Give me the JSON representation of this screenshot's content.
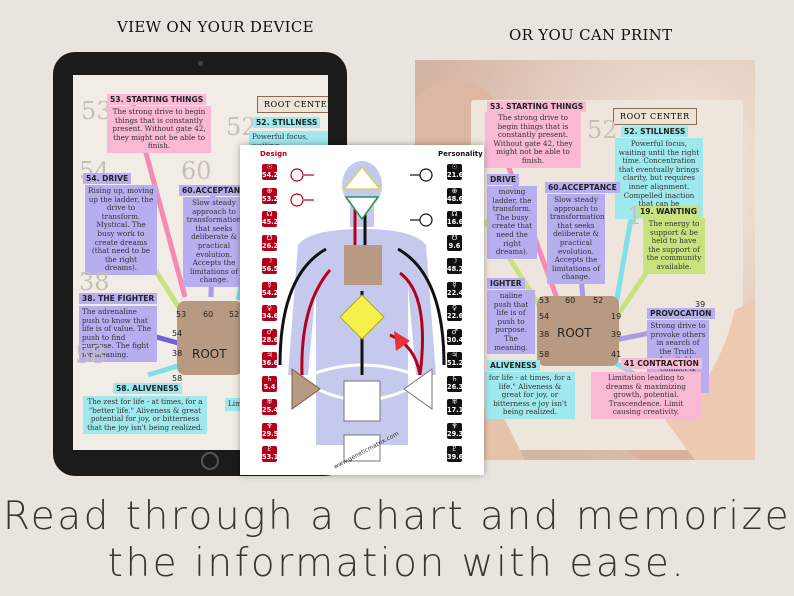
{
  "headers": {
    "view": "VIEW ON YOUR DEVICE",
    "print": "OR YOU CAN PRINT"
  },
  "caption": {
    "line1": "Read through a chart and memorize",
    "line2": "the information with ease."
  },
  "tablet": {
    "root_center_label": "ROOT CENTER",
    "root_label": "ROOT",
    "cards": {
      "g53": {
        "num": "53",
        "title": "53. STARTING THINGS",
        "body": "The strong drive to begin things that is constantly present. Without gate 42, they might not be able to finish."
      },
      "g52": {
        "num": "52",
        "title": "52. STILLNESS",
        "body": "Powerful focus, waiting"
      },
      "g54": {
        "num": "54",
        "title": "54. DRIVE",
        "body": "Rising up, moving up the ladder, the drive to transform. Mystical. The busy work to create dreams (that need to be the right dreams)."
      },
      "g60": {
        "num": "60",
        "title": "60.ACCEPTANCE",
        "body": "Slow steady approach to transformation that seeks deliberate & practical evolution. Accepts the limitations of change."
      },
      "g38": {
        "num": "38",
        "title": "38. THE FIGHTER",
        "body": "The adrenaline push to know that life is of value. The push to find purpose. The fight for meaning."
      },
      "g58": {
        "num": "58",
        "title": "58. ALIVENESS",
        "body": "The zest for life - at times, for a \"better life.\" Aliveness & great potential for joy, or bitterness that the joy isn't being realized."
      }
    },
    "gates_on_root": [
      "53",
      "60",
      "52",
      "54",
      "38",
      "58"
    ],
    "limit_fragment": "Limi"
  },
  "print_sheet": {
    "root_center_label": "ROOT CENTER",
    "root_label": "ROOT",
    "cards": {
      "g53": {
        "title": "53. STARTING THINGS",
        "body": "The strong drive to begin things that is constantly present. Without gate 42, they might not be able to finish."
      },
      "g52": {
        "num": "52",
        "title": "52. STILLNESS",
        "body": "Powerful focus, waiting until the right time. Concentration that eventually brings clarity, but requires inner alignment. Compelled inaction that can be frustrating."
      },
      "g54": {
        "title": "DRIVE",
        "body": "moving ladder, the transform. The busy create that need the right dreams)."
      },
      "g60": {
        "title": "60.ACCEPTANCE",
        "body": "Slow steady approach to transformation that seeks deliberate & practical evolution. Accepts the limitations of change."
      },
      "g19": {
        "num": "19",
        "title": "19. WANTING",
        "body": "The energy to support & be held to have the support of the community available."
      },
      "g38": {
        "title": "IGHTER",
        "body": "naline push that life is of push to purpose. The meaning."
      },
      "g39": {
        "num": "39",
        "title": "PROVOCATION",
        "body": "Strong drive to provoke others in search of the Truth. Inevitable conflict & moodiness arise"
      },
      "g58": {
        "title": "ALIVENESS",
        "body": "for life - at times, for a life.\" Aliveness & great for joy, or bitterness e joy isn't being realized."
      },
      "g41": {
        "num": "41",
        "title": "41 CONTRACTION",
        "body": "Limitation leading to dreams & maximizing growth, potential. Trascendence. Limit causing creativity."
      }
    },
    "gates_on_root": [
      "53",
      "60",
      "52",
      "54",
      "19",
      "38",
      "39",
      "58",
      "41"
    ]
  },
  "chart": {
    "design_label": "Design",
    "personality_label": "Personality",
    "url": "www.geneticmatrix.com",
    "design": [
      {
        "sym": "☉",
        "gate": "54.2"
      },
      {
        "sym": "⊕",
        "gate": "53.2"
      },
      {
        "sym": "☊",
        "gate": "45.2"
      },
      {
        "sym": "☋",
        "gate": "26.2"
      },
      {
        "sym": "☽",
        "gate": "56.5"
      },
      {
        "sym": "☿",
        "gate": "54.2"
      },
      {
        "sym": "♀",
        "gate": "34.6"
      },
      {
        "sym": "♂",
        "gate": "28.6"
      },
      {
        "sym": "♃",
        "gate": "36.6"
      },
      {
        "sym": "♄",
        "gate": "5.4"
      },
      {
        "sym": "♅",
        "gate": "25.4"
      },
      {
        "sym": "♆",
        "gate": "29.5"
      },
      {
        "sym": "♇",
        "gate": "53.1"
      }
    ],
    "personality": [
      {
        "sym": "☉",
        "gate": "21.6"
      },
      {
        "sym": "⊕",
        "gate": "48.6"
      },
      {
        "sym": "☊",
        "gate": "16.6"
      },
      {
        "sym": "☋",
        "gate": "9.6"
      },
      {
        "sym": "☽",
        "gate": "48.2"
      },
      {
        "sym": "☿",
        "gate": "22.4"
      },
      {
        "sym": "♀",
        "gate": "22.6"
      },
      {
        "sym": "♂",
        "gate": "30.4"
      },
      {
        "sym": "♃",
        "gate": "51.2"
      },
      {
        "sym": "♄",
        "gate": "26.3"
      },
      {
        "sym": "♅",
        "gate": "17.1"
      },
      {
        "sym": "♆",
        "gate": "29.3"
      },
      {
        "sym": "♇",
        "gate": "39.6"
      }
    ],
    "colors": {
      "design": "#b3001b",
      "personality": "#111111"
    }
  }
}
